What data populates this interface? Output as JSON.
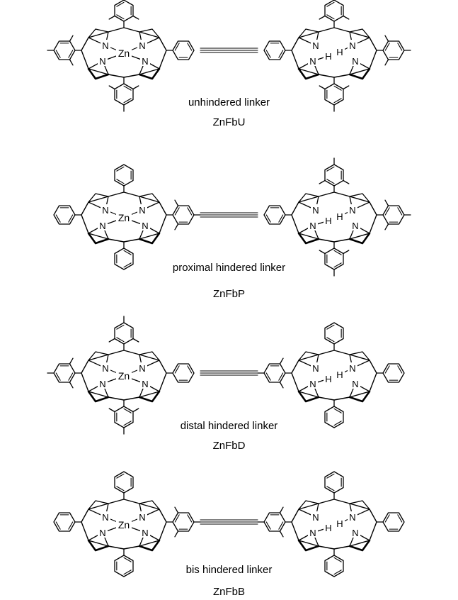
{
  "molecules": [
    {
      "caption": "unhindered linker",
      "code": "ZnFbU",
      "left_core": {
        "metal": "Zn",
        "meso_top": "mesityl",
        "meso_bottom": "mesityl",
        "meso_outer": "mesityl"
      },
      "linker_left": "phenyl",
      "linker_right": "phenyl",
      "right_core": {
        "meso_top": "mesityl",
        "meso_bottom": "mesityl",
        "meso_outer": "mesityl"
      }
    },
    {
      "caption": "proximal hindered linker",
      "code": "ZnFbP",
      "left_core": {
        "metal": "Zn",
        "meso_top": "phenyl",
        "meso_bottom": "phenyl",
        "meso_outer": "phenyl"
      },
      "linker_left": "mesityl",
      "linker_right": "phenyl",
      "right_core": {
        "meso_top": "mesityl",
        "meso_bottom": "mesityl",
        "meso_outer": "mesityl"
      }
    },
    {
      "caption": "distal hindered linker",
      "code": "ZnFbD",
      "left_core": {
        "metal": "Zn",
        "meso_top": "mesityl",
        "meso_bottom": "mesityl",
        "meso_outer": "mesityl"
      },
      "linker_left": "phenyl",
      "linker_right": "mesityl",
      "right_core": {
        "meso_top": "phenyl",
        "meso_bottom": "phenyl",
        "meso_outer": "phenyl"
      }
    },
    {
      "caption": "bis hindered linker",
      "code": "ZnFbB",
      "left_core": {
        "metal": "Zn",
        "meso_top": "phenyl",
        "meso_bottom": "phenyl",
        "meso_outer": "phenyl"
      },
      "linker_left": "mesityl",
      "linker_right": "mesityl",
      "right_core": {
        "meso_top": "phenyl",
        "meso_bottom": "phenyl",
        "meso_outer": "phenyl"
      }
    }
  ],
  "atoms": {
    "metal": "Zn",
    "nitrogen": "N",
    "hydrogen": "H"
  }
}
